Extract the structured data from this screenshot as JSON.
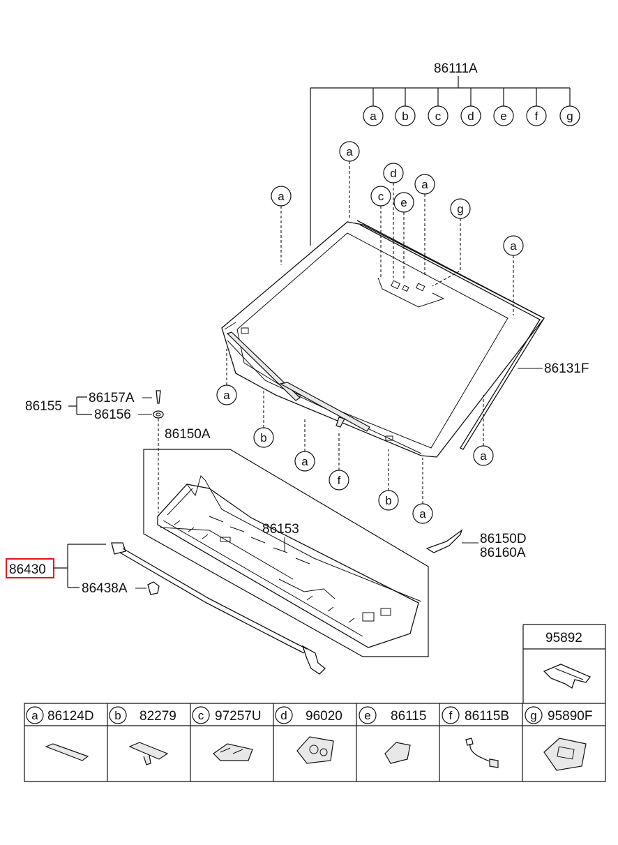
{
  "parts": {
    "p86111A": "86111A",
    "p86131F": "86131F",
    "p86155": "86155",
    "p86157A": "86157A",
    "p86156": "86156",
    "p86150A": "86150A",
    "p86153": "86153",
    "p86150D": "86150D",
    "p86160A": "86160A",
    "p86430": "86430",
    "p86438A": "86438A",
    "p95892": "95892"
  },
  "letters": {
    "a": "a",
    "b": "b",
    "c": "c",
    "d": "d",
    "e": "e",
    "f": "f",
    "g": "g"
  },
  "legend": [
    {
      "letter": "a",
      "part": "86124D"
    },
    {
      "letter": "b",
      "part": "82279"
    },
    {
      "letter": "c",
      "part": "97257U"
    },
    {
      "letter": "d",
      "part": "96020"
    },
    {
      "letter": "e",
      "part": "86115"
    },
    {
      "letter": "f",
      "part": "86115B"
    },
    {
      "letter": "g",
      "part": "95890F"
    }
  ],
  "colors": {
    "highlight": "#e0161b",
    "line": "#111111"
  }
}
